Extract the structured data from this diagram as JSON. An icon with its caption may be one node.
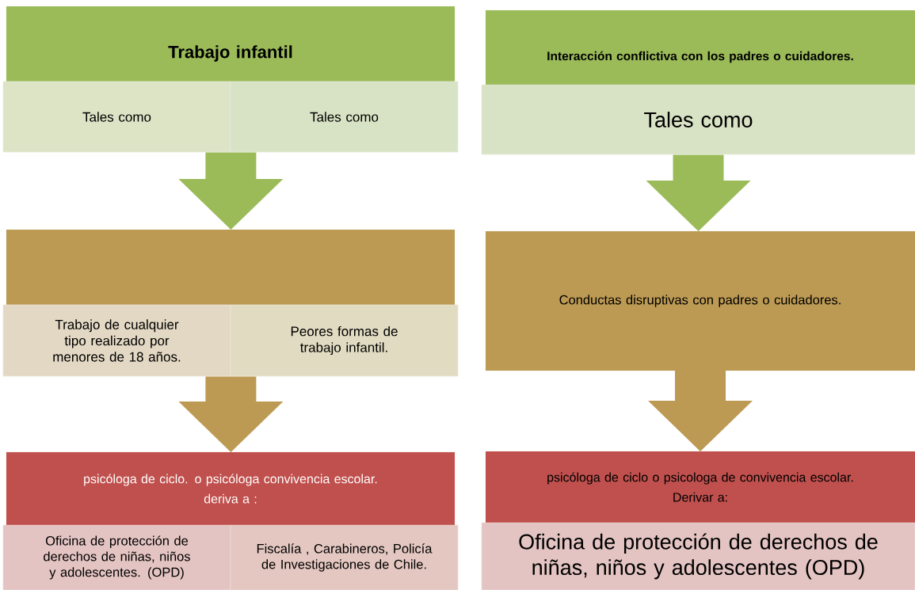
{
  "diagram": {
    "nodes": [
      {
        "text": [
          "Trabajo infantil"
        ]
      },
      {
        "text": [
          "Tales como"
        ]
      },
      {
        "text": [
          "Tales como"
        ]
      },
      {
        "text": [],
        "shape": "box"
      },
      {
        "text": [
          "Trabajo de cualquier tipo realizado por menores de 18 años."
        ]
      },
      {
        "text": [
          "Peores formas de trabajo infantil."
        ]
      },
      {
        "text": [
          "psicóloga de ciclo. o psicóloga convivencia escolar.",
          "deriva  a :"
        ]
      },
      {
        "text": [
          "Oficina de protección de derechos de niñas, niños y adolescentes. (OPD)"
        ]
      },
      {
        "text": [
          "Fiscalía , Carabineros, Policía de Investigaciones de Chile."
        ]
      },
      {
        "text": [
          "Interacción conflictiva con los padres o cuidadores."
        ]
      },
      {
        "text": [
          "Tales como"
        ]
      },
      {
        "text": [
          "Conductas disruptivas con padres  o cuidadores."
        ]
      },
      {
        "text": [
          "psicóloga de ciclo o psicologa de convivencia escolar.",
          "Derivar a:"
        ]
      },
      {
        "text": [
          "Oficina de protección de derechos de niñas, niños y adolescentes (OPD)"
        ]
      }
    ],
    "edges": [
      {
        "from": 1,
        "to": 3,
        "arrow": "to",
        "color": "#9bbb59"
      },
      {
        "from": 4,
        "to": 6,
        "arrow": "to",
        "color": "#bd9a53"
      },
      {
        "from": 10,
        "to": 11,
        "arrow": "to",
        "color": "#9bbb59"
      },
      {
        "from": 11,
        "to": 12,
        "arrow": "to",
        "color": "#bd9a53"
      }
    ]
  }
}
